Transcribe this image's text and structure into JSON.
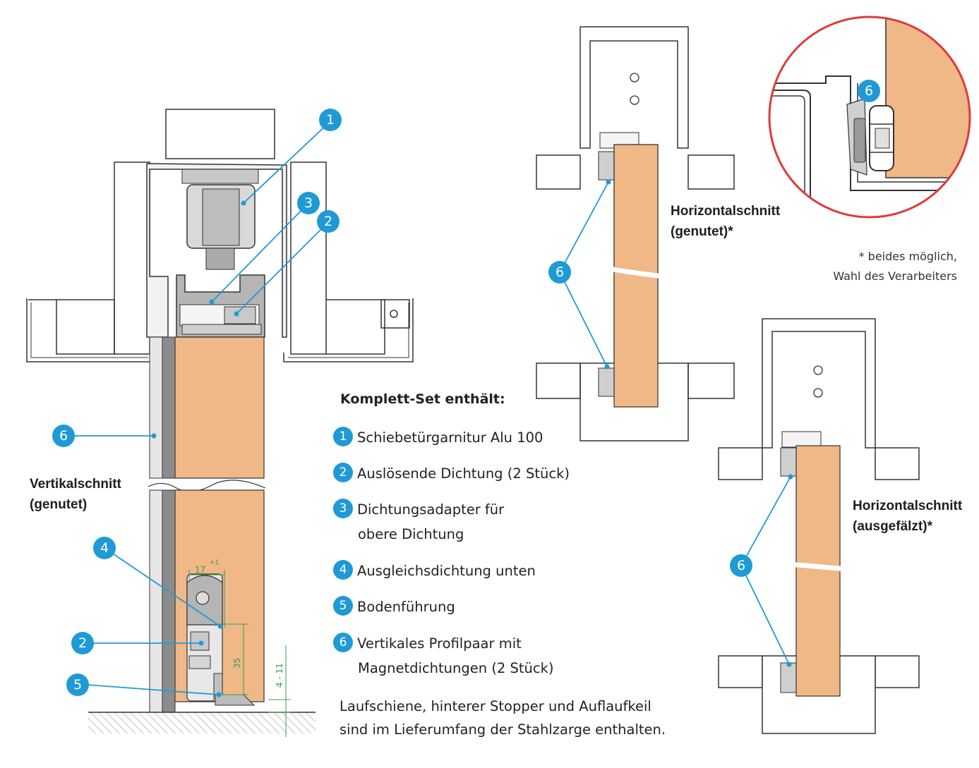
{
  "legend": {
    "heading": "Komplett-Set enthält:",
    "items": [
      {
        "num": "1",
        "line1": "Schiebetürgarnitur Alu 100",
        "line2": ""
      },
      {
        "num": "2",
        "line1": "Auslösende Dichtung (2 Stück)",
        "line2": ""
      },
      {
        "num": "3",
        "line1": "Dichtungsadapter für",
        "line2": "obere Dichtung"
      },
      {
        "num": "4",
        "line1": "Ausgleichsdichtung unten",
        "line2": ""
      },
      {
        "num": "5",
        "line1": "Bodenführung",
        "line2": ""
      },
      {
        "num": "6",
        "line1": "Vertikales Profilpaar mit",
        "line2": "Magnetdichtungen (2 Stück)"
      }
    ],
    "footer_line1": "Laufschiene, hinterer Stopper und Auflaufkeil",
    "footer_line2": "sind im Lieferumfang der Stahlzarge enthalten."
  },
  "captions": {
    "vertical_line1": "Vertikalschnitt",
    "vertical_line2": "(genutet)",
    "horiz_genutet_line1": "Horizontalschnitt",
    "horiz_genutet_line2": "(genutet)*",
    "horiz_ausgefaelzt_line1": "Horizontalschnitt",
    "horiz_ausgefaelzt_line2": "(ausgefälzt)*",
    "note_line1": "* beides möglich,",
    "note_line2": "Wahl des Verarbeiters"
  },
  "callouts": {
    "c1": "1",
    "c2": "2",
    "c3": "3",
    "c4": "4",
    "c5": "5",
    "c6": "6",
    "c2b": "2"
  },
  "dimensions": {
    "width": "17",
    "tolerance": "+1",
    "height": "35",
    "gap": "4 - 11"
  },
  "colors": {
    "accent": "#1f9ad6",
    "wood": "#f0b887",
    "detail_circle": "#e03a3a",
    "outline": "#333333"
  }
}
